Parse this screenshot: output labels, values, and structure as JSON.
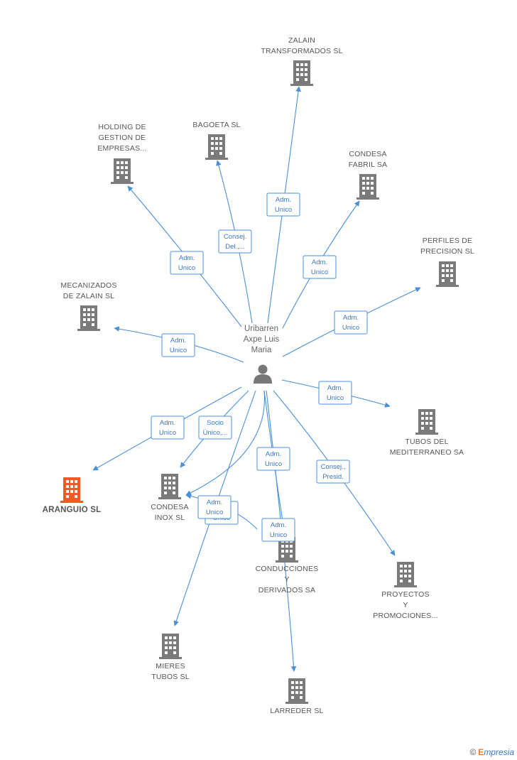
{
  "colors": {
    "edge": "#4a8fd8",
    "building": "#7a7a7a",
    "highlight": "#f05a24",
    "person": "#777777"
  },
  "center": {
    "label": [
      "Uribarren",
      "Axpe Luis",
      "Maria"
    ],
    "icon": "person-icon"
  },
  "nodes": [
    {
      "id": "zalain",
      "label": [
        "ZALAIN",
        "TRANSFORMADOS SL"
      ],
      "icon": "building-icon"
    },
    {
      "id": "bagoeta",
      "label": [
        "BAGOETA SL"
      ],
      "icon": "building-icon"
    },
    {
      "id": "holding",
      "label": [
        "HOLDING DE",
        "GESTION DE",
        "EMPRESAS..."
      ],
      "icon": "building-icon"
    },
    {
      "id": "condesa-fabril",
      "label": [
        "CONDESA",
        "FABRIL SA"
      ],
      "icon": "building-icon"
    },
    {
      "id": "perfiles",
      "label": [
        "PERFILES DE",
        "PRECISION SL"
      ],
      "icon": "building-icon"
    },
    {
      "id": "mecanizados",
      "label": [
        "MECANIZADOS",
        "DE ZALAIN SL"
      ],
      "icon": "building-icon"
    },
    {
      "id": "tubos-med",
      "label": [
        "TUBOS DEL",
        "MEDITERRANEO SA"
      ],
      "icon": "building-icon"
    },
    {
      "id": "aranguio",
      "label": [
        "ARANGUIO SL"
      ],
      "icon": "building-icon",
      "highlight": true
    },
    {
      "id": "condesa-inox",
      "label": [
        "CONDESA",
        "INOX SL"
      ],
      "icon": "building-icon"
    },
    {
      "id": "conducciones",
      "label": [
        "CONDUCCIONES",
        "Y",
        "DERIVADOS SA"
      ],
      "icon": "building-icon"
    },
    {
      "id": "proyectos",
      "label": [
        "PROYECTOS",
        "Y",
        "PROMOCIONES..."
      ],
      "icon": "building-icon"
    },
    {
      "id": "mieres",
      "label": [
        "MIERES",
        "TUBOS SL"
      ],
      "icon": "building-icon"
    },
    {
      "id": "larreder",
      "label": [
        "LARREDER SL"
      ],
      "icon": "building-icon"
    }
  ],
  "edges": [
    {
      "to": "zalain",
      "label": [
        "Adm.",
        "Unico"
      ]
    },
    {
      "to": "bagoeta",
      "label": [
        "Consej.",
        "Del.,..."
      ]
    },
    {
      "to": "holding",
      "label": [
        "Adm.",
        "Unico"
      ]
    },
    {
      "to": "condesa-fabril",
      "label": [
        "Adm.",
        "Unico"
      ]
    },
    {
      "to": "perfiles",
      "label": [
        "Adm.",
        "Unico"
      ]
    },
    {
      "to": "mecanizados",
      "label": [
        "Adm.",
        "Unico"
      ]
    },
    {
      "to": "tubos-med",
      "label": [
        "Adm.",
        "Unico"
      ]
    },
    {
      "to": "aranguio",
      "label": [
        "Adm.",
        "Unico"
      ]
    },
    {
      "to": "condesa-inox",
      "label": [
        "Socio",
        "Único,..."
      ]
    },
    {
      "to": "condesa-inox",
      "label": [
        "Adm.",
        "Unico"
      ]
    },
    {
      "to": "condesa-inox",
      "label": [
        "Adm.",
        "Unico"
      ]
    },
    {
      "to": "conducciones",
      "label": [
        "Adm.",
        "Unico"
      ]
    },
    {
      "to": "proyectos",
      "label": [
        "Consej.,",
        "Presid."
      ]
    },
    {
      "to": "mieres",
      "label": [
        "Adm.",
        "Unico"
      ]
    },
    {
      "to": "larreder",
      "label": [
        "Adm.",
        "Unico"
      ]
    }
  ],
  "footer": {
    "copyright": "©",
    "brand_initial": "E",
    "brand_rest": "mpresia"
  }
}
